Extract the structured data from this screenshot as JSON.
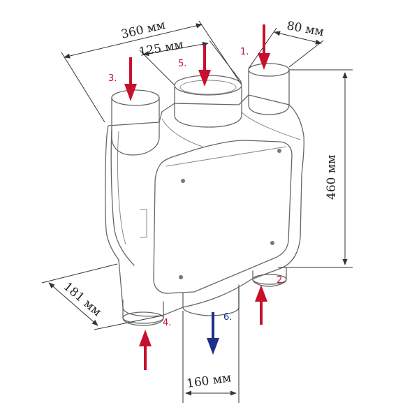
{
  "dimensions": {
    "width_top": "360 мм",
    "center_spigot": "125 мм",
    "side_spigot": "80 мм",
    "height": "460 мм",
    "depth": "181 мм",
    "bottom_spigot": "160 мм"
  },
  "ports": [
    {
      "label": "1.",
      "direction": "in",
      "color": "#c8102e"
    },
    {
      "label": "2.",
      "direction": "in",
      "color": "#c8102e"
    },
    {
      "label": "3.",
      "direction": "in",
      "color": "#c8102e"
    },
    {
      "label": "4.",
      "direction": "in",
      "color": "#c8102e"
    },
    {
      "label": "5.",
      "direction": "in",
      "color": "#c8102e"
    },
    {
      "label": "6.",
      "direction": "out",
      "color": "#1f2f8a"
    }
  ],
  "colors": {
    "supply_arrow": "#c8102e",
    "exhaust_arrow": "#1f2f8a",
    "outline": "#666666"
  }
}
